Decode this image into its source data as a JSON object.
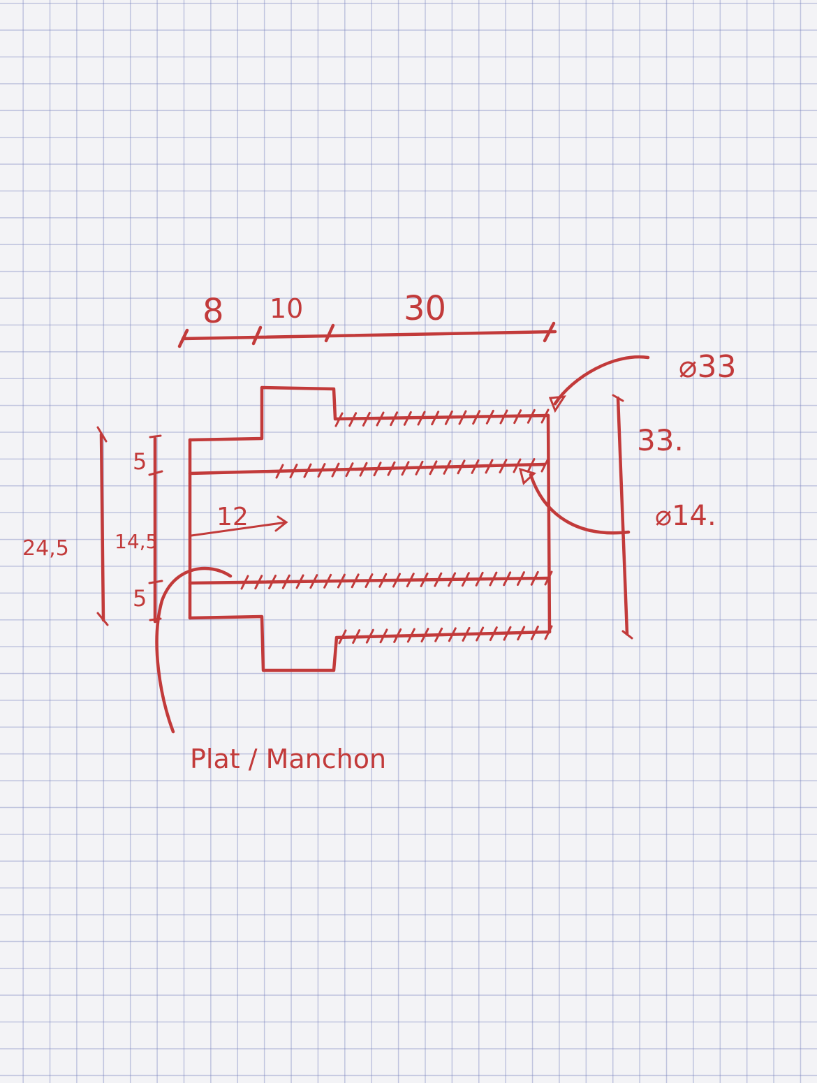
{
  "colors": {
    "ink": "#c23a3a",
    "paper": "#f3f3f6",
    "grid": "#7882be"
  },
  "labels": {
    "length_segment_1": "8",
    "length_segment_2": "10",
    "length_segment_3": "30",
    "outer_diameter_callout": "⌀33",
    "outer_diameter_dimension": "33.",
    "bore_diameter_callout": "⌀14.",
    "total_height": "24,5",
    "inner_height": "14,5",
    "top_wall": "5",
    "bottom_wall": "5",
    "bore_depth": "12",
    "note": "Plat / Manchon"
  }
}
